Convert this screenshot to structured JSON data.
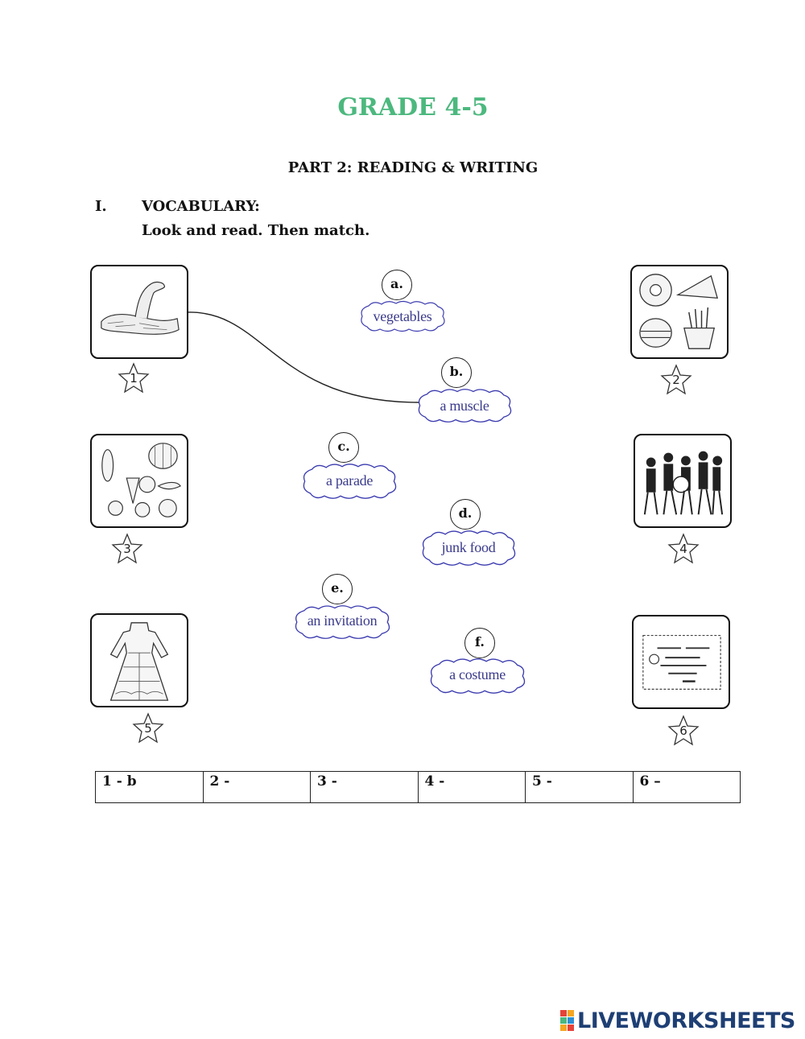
{
  "header": {
    "title": "GRADE 4-5",
    "subtitle": "PART 2: READING & WRITING"
  },
  "section": {
    "number": "I.",
    "title": "VOCABULARY:",
    "instruction": "Look and read. Then match."
  },
  "pictures": [
    {
      "number": "1",
      "icon": "muscle-arm-icon"
    },
    {
      "number": "2",
      "icon": "junk-food-icon"
    },
    {
      "number": "3",
      "icon": "vegetables-icon"
    },
    {
      "number": "4",
      "icon": "parade-icon"
    },
    {
      "number": "5",
      "icon": "costume-dress-icon"
    },
    {
      "number": "6",
      "icon": "invitation-card-icon"
    }
  ],
  "words": [
    {
      "letter": "a.",
      "text": "vegetables"
    },
    {
      "letter": "b.",
      "text": "a muscle"
    },
    {
      "letter": "c.",
      "text": "a parade"
    },
    {
      "letter": "d.",
      "text": "junk food"
    },
    {
      "letter": "e.",
      "text": "an invitation"
    },
    {
      "letter": "f.",
      "text": "a costume"
    }
  ],
  "answers": [
    "1 - b",
    "2 -",
    "3 -",
    "4 -",
    "5 -",
    "6 –"
  ],
  "brand": {
    "name": "LIVEWORKSHEETS",
    "colors": {
      "title": "#4cb87e",
      "word_text": "#3a3a8c",
      "cloud_stroke": "#3b3bb0",
      "logo": "#1e3f74"
    }
  }
}
